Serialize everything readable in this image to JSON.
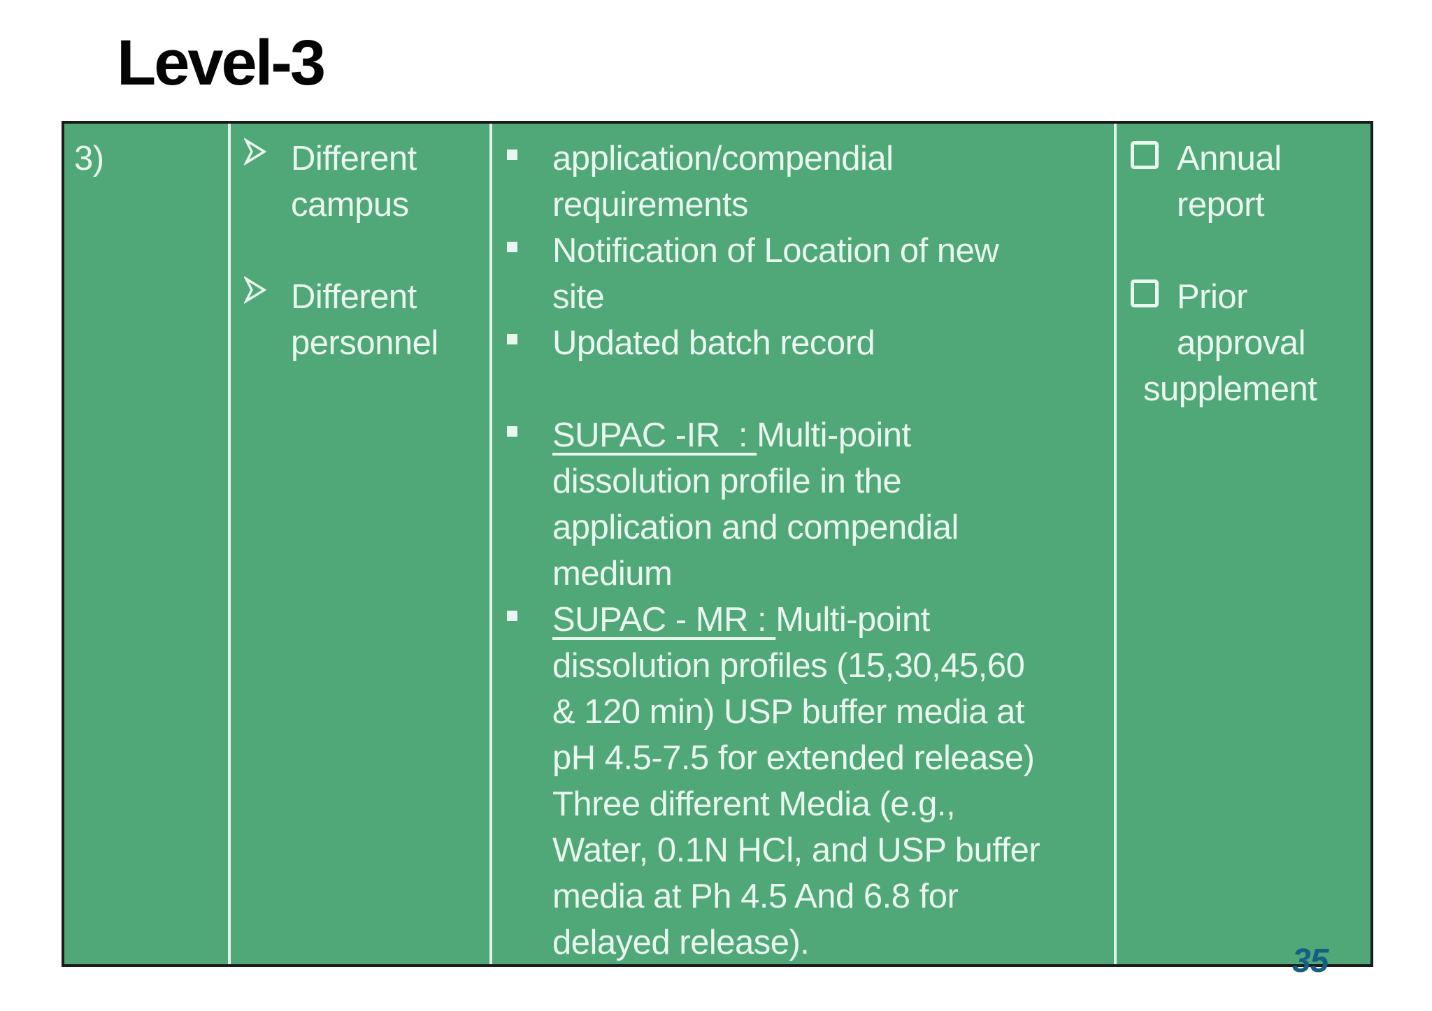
{
  "title": "Level-3",
  "page_number": "35",
  "colors": {
    "table_green": "#50a778",
    "text": "#e9f7ee",
    "divider": "#e2f4e9",
    "border": "#1b1b1b",
    "title": "#050505",
    "page_number": "#175e84"
  },
  "table": {
    "columns": [
      {
        "name": "row-number",
        "lines": [
          {
            "text": "3)"
          }
        ]
      },
      {
        "name": "change-description",
        "lines": [
          {
            "bullet": "arrow",
            "text": "Different"
          },
          {
            "text": "campus"
          },
          {
            "blank": true
          },
          {
            "bullet": "arrow",
            "text": "Different"
          },
          {
            "text": "personnel"
          }
        ]
      },
      {
        "name": "test-documentation",
        "lines": [
          {
            "bullet": "square",
            "text": "application/compendial"
          },
          {
            "text": "requirements"
          },
          {
            "bullet": "square",
            "text": "Notification of Location of new"
          },
          {
            "text": "site"
          },
          {
            "bullet": "square",
            "text": "Updated batch record"
          },
          {
            "blank": true
          },
          {
            "bullet": "square",
            "segments": [
              {
                "t": "SUPAC -IR  : ",
                "u": true
              },
              {
                "t": "Multi-point"
              }
            ]
          },
          {
            "text": "dissolution profile in the"
          },
          {
            "text": "application and compendial"
          },
          {
            "text": "medium"
          },
          {
            "bullet": "square",
            "segments": [
              {
                "t": "SUPAC - MR : ",
                "u": true
              },
              {
                "t": "Multi-point"
              }
            ]
          },
          {
            "text": "dissolution profiles (15,30,45,60"
          },
          {
            "text": "& 120 min) USP buffer media at"
          },
          {
            "text": "pH 4.5-7.5 for extended release)"
          },
          {
            "text": "Three different Media (e.g.,"
          },
          {
            "text": "Water, 0.1N HCl, and USP buffer"
          },
          {
            "text": "media at Ph 4.5 And 6.8 for"
          },
          {
            "text": "delayed release)."
          }
        ]
      },
      {
        "name": "filing-type",
        "lines": [
          {
            "bullet": "checkbox",
            "text": "Annual"
          },
          {
            "text": "report"
          },
          {
            "blank": true
          },
          {
            "bullet": "checkbox",
            "text": "Prior"
          },
          {
            "text": "approval"
          },
          {
            "text": "supplement",
            "flush": true
          }
        ]
      }
    ]
  }
}
